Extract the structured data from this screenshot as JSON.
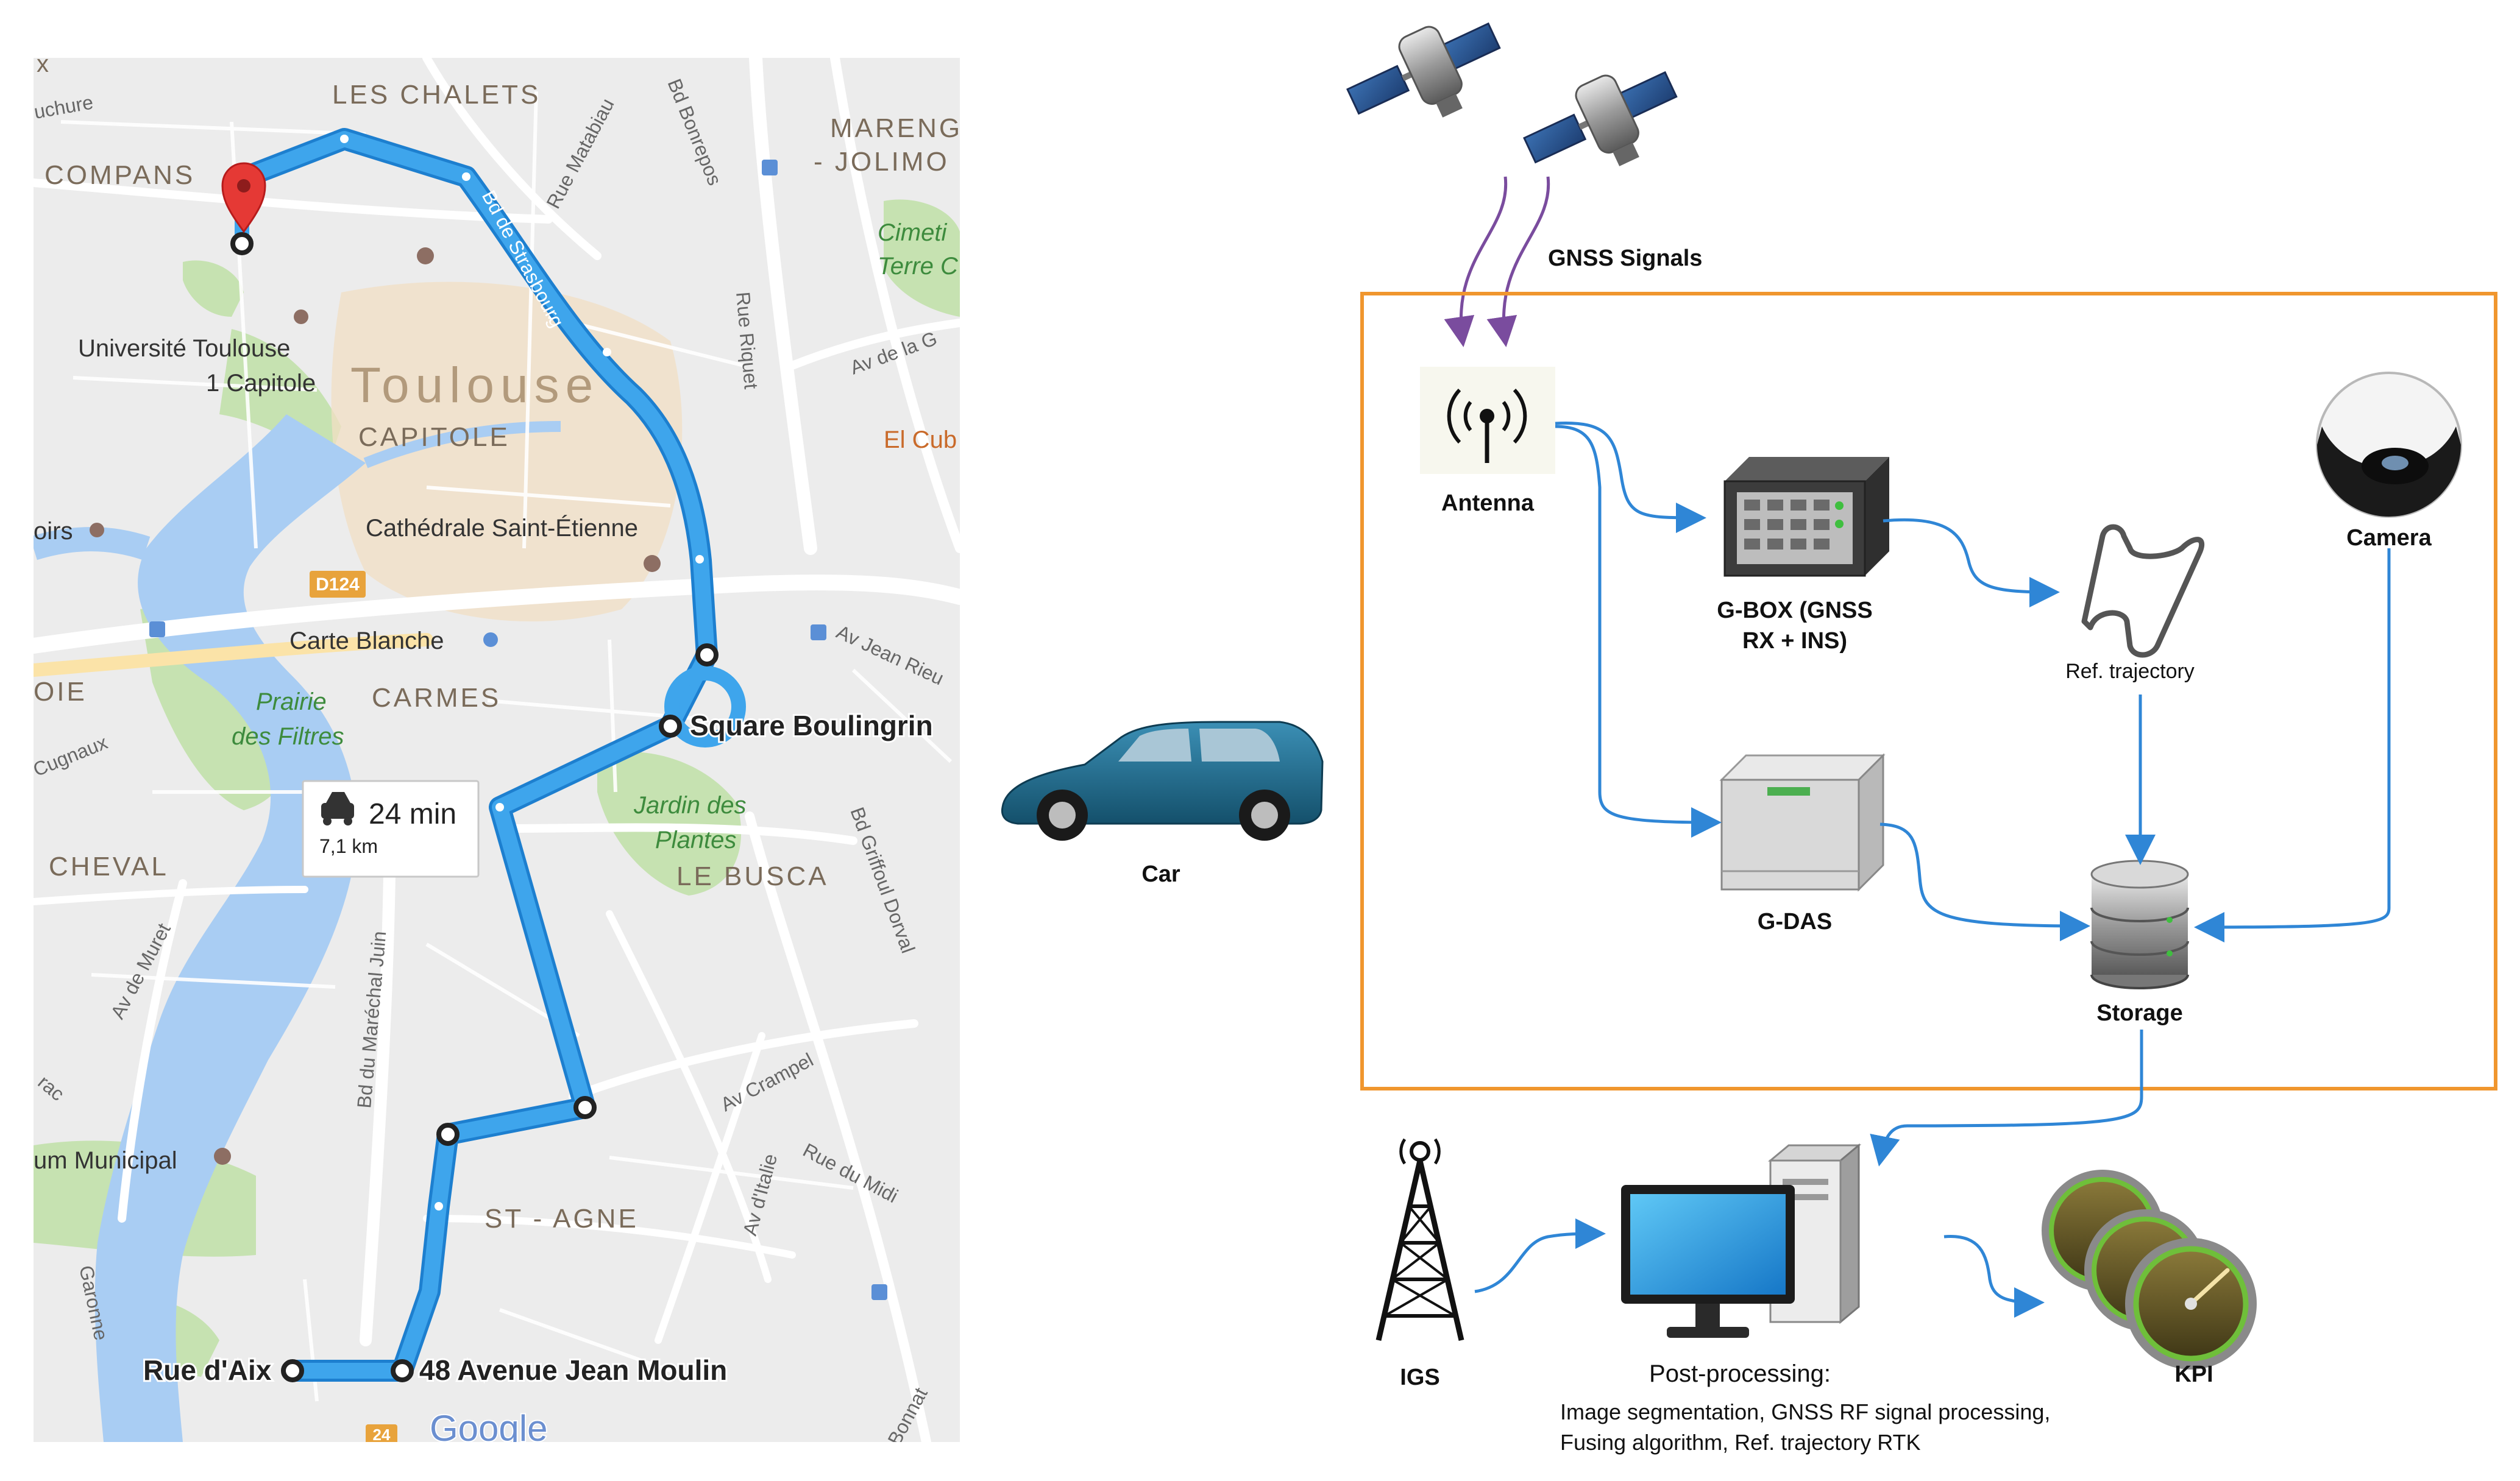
{
  "map": {
    "districts": {
      "les_chalets": "LES CHALETS",
      "compans": "COMPANS",
      "marengo_1": "MARENG",
      "marengo_2": "- JOLIMO",
      "capitole": "CAPITOLE",
      "carmes": "CARMES",
      "le_busca": "LE BUSCA",
      "cheval": "CHEVAL",
      "st_agne": "ST - AGNE",
      "oie": "OIE",
      "toulouse": "Toulouse"
    },
    "streets": {
      "bd_strasbourg": "Bd de Strasbourg",
      "rue_matabiau": "Rue Matabiau",
      "bd_bonrepos": "Bd Bonrepos",
      "rue_riquet": "Rue Riquet",
      "av_de_la_g": "Av de la G",
      "av_jean_rieux": "Av Jean Rieu",
      "bd_griffoul_dorval": "Bd Griffoul Dorval",
      "av_crampel": "Av Crampel",
      "rue_du_midi": "Rue du Midi",
      "av_ditalie": "Av d'Italie",
      "av_de_muret": "Av de Muret",
      "bd_marechal_juin": "Bd du Maréchal Juin",
      "garonne": "Garonne",
      "cugnaux": "Cugnaux",
      "bonnat": "Bonnat",
      "rac": "rac",
      "uchure": "uchure",
      "x": "x"
    },
    "places": {
      "universite_1": "Université Toulouse",
      "universite_2": "1 Capitole",
      "cathedrale": "Cathédrale Saint-Étienne",
      "carte_blanche": "Carte Blanche",
      "prairie_1": "Prairie",
      "prairie_2": "des Filtres",
      "jardin_1": "Jardin des",
      "jardin_2": "Plantes",
      "cimetiere_1": "Cimeti",
      "cimetiere_2": "Terre C",
      "el_cub": "El Cub",
      "musee": "um Municipal",
      "oirs": "oirs"
    },
    "route_points": {
      "square_boulingrin": "Square Boulingrin",
      "rue_daix": "Rue d'Aix",
      "avenue_jean_moulin": "48 Avenue Jean Moulin"
    },
    "route_info": {
      "duration": "24 min",
      "distance": "7,1 km"
    },
    "road_badges": {
      "d124": "D124",
      "b24": "24"
    },
    "logo": "Google",
    "colors": {
      "route": "#3ea5ec",
      "route_border": "#1d7fcf",
      "water": "#a9cdf3",
      "park": "#c6e2b1",
      "land": "#ececec",
      "pin": "#e53935"
    }
  },
  "diagram": {
    "gnss_signals": "GNSS Signals",
    "antenna": "Antenna",
    "gbox_1": "G-BOX (GNSS",
    "gbox_2": "RX + INS)",
    "ref_trajectory": "Ref. trajectory",
    "camera": "Camera",
    "gdas": "G-DAS",
    "storage": "Storage",
    "car": "Car",
    "igs": "IGS",
    "post_processing": "Post-processing:",
    "post_processing_detail_1": "Image segmentation, GNSS RF signal processing,",
    "post_processing_detail_2": "Fusing algorithm, Ref. trajectory RTK",
    "kpi": "KPI",
    "colors": {
      "frame": "#f0962e",
      "arrow": "#2f86d6",
      "signal_arrow": "#7a4c9e",
      "car_body": "#1f6f93"
    }
  }
}
